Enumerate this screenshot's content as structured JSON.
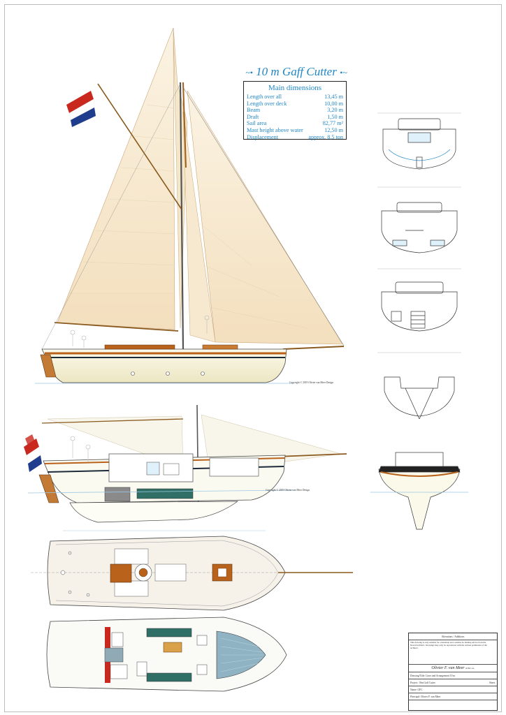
{
  "title": "10 m Gaff Cutter",
  "dimensions": {
    "heading": "Main dimensions",
    "rows": [
      {
        "label": "Length over all",
        "value": "13,45 m"
      },
      {
        "label": "Length over deck",
        "value": "10,00 m"
      },
      {
        "label": "Beam",
        "value": "3,20 m"
      },
      {
        "label": "Draft",
        "value": "1,50 m"
      },
      {
        "label": "Sail area",
        "value": "82,77 m²"
      },
      {
        "label": "Mast height above water",
        "value": "12,50 m"
      },
      {
        "label": "Displacement",
        "value": "approx. 8,5 ton"
      }
    ]
  },
  "copyright_main": "Copyright © 2019 Olivier van Meer Design",
  "copyright_section": "Copyright © 2019 Olivier van Meer Design",
  "stamp": {
    "header": "Alterations / Additions",
    "disclaimer": "This drawing is only suitable for orientation and contains no binding advice from the Naval/Architect. Drawings may only be reproduced with the written permission of the architect.",
    "logo": "Olivier F. van Meer",
    "logo_suffix": "N.B.C.A.",
    "drawing_label": "Drawing/Title:",
    "drawing_value": "Lines and Arrangement 10 m",
    "project_label": "Project:",
    "project_value": "10m Gaff Cutter",
    "name_label": "Name:",
    "name_value": "GFC",
    "client_label": "Principal:",
    "client_value": "Olivier F. van Meer",
    "sheet_label": "Sheet:"
  },
  "colors": {
    "blue_annot": "#1f86c6",
    "sail": "#f7ead2",
    "hull": "#f6f3dc",
    "wood": "#b8621b",
    "flag_red": "#c8281e",
    "flag_blue": "#203c8c"
  }
}
